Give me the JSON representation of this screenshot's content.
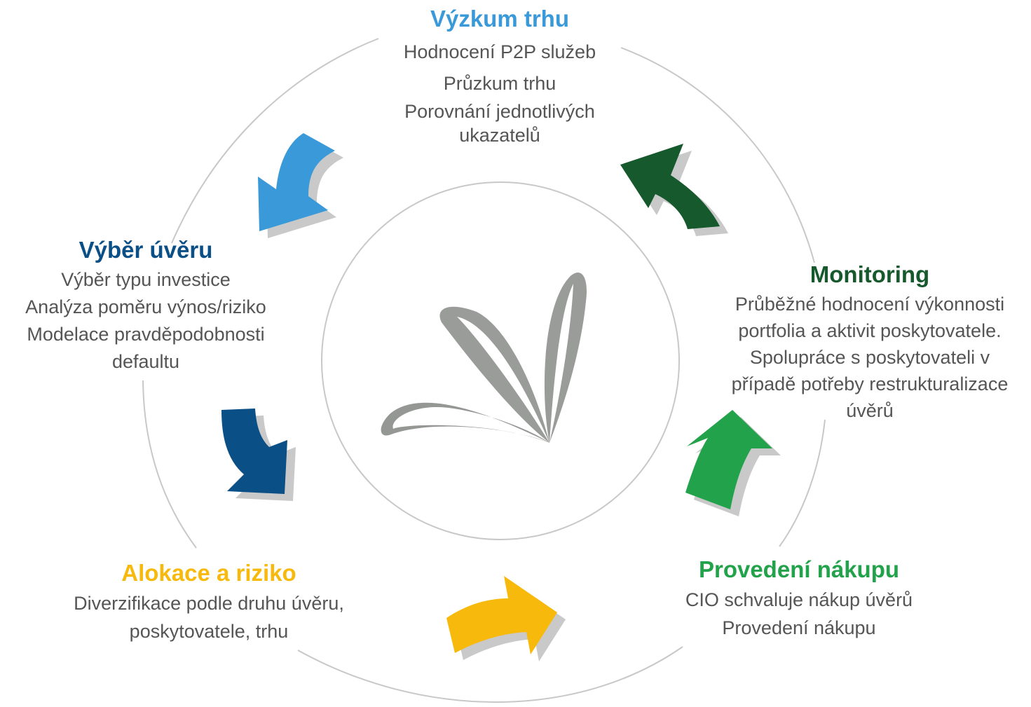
{
  "colors": {
    "research": "#3a9ad9",
    "selection": "#0b4f87",
    "allocation": "#f6b90c",
    "purchase": "#22a24a",
    "monitoring": "#16592d",
    "body_text": "#555555",
    "ring": "#c8c8c8",
    "shadow": "#c9c9c9",
    "logo": "#8f918e"
  },
  "stages": {
    "research": {
      "title": "Výzkum trhu",
      "lines": [
        "Hodnocení P2P služeb",
        "Průzkum trhu",
        "Porovnání jednotlivých",
        "ukazatelů"
      ]
    },
    "selection": {
      "title": "Výběr úvěru",
      "lines": [
        "Výběr typu investice",
        "Analýza poměru výnos/riziko",
        "Modelace pravděpodobnosti",
        "defaultu"
      ]
    },
    "monitoring": {
      "title": "Monitoring",
      "lines": [
        "Průběžné hodnocení výkonnosti",
        "portfolia a aktivit poskytovatele.",
        "Spolupráce s poskytovateli v",
        "případě potřeby restrukturalizace",
        "úvěrů"
      ]
    },
    "purchase": {
      "title": "Provedení nákupu",
      "lines": [
        "CIO schvaluje nákup úvěrů",
        "Provedení nákupu"
      ]
    },
    "allocation": {
      "title": "Alokace a riziko",
      "lines": [
        "Diverzifikace podle druhu úvěru,",
        "poskytovatele, trhu"
      ]
    }
  },
  "arrows": [
    {
      "name": "arrow-research-to-selection",
      "color_key": "research"
    },
    {
      "name": "arrow-selection-to-allocation",
      "color_key": "selection"
    },
    {
      "name": "arrow-allocation-to-purchase",
      "color_key": "allocation"
    },
    {
      "name": "arrow-purchase-to-monitoring",
      "color_key": "purchase"
    },
    {
      "name": "arrow-monitoring-to-research",
      "color_key": "monitoring"
    }
  ],
  "center_logo": {
    "icon": "butterfly-logo-icon"
  }
}
